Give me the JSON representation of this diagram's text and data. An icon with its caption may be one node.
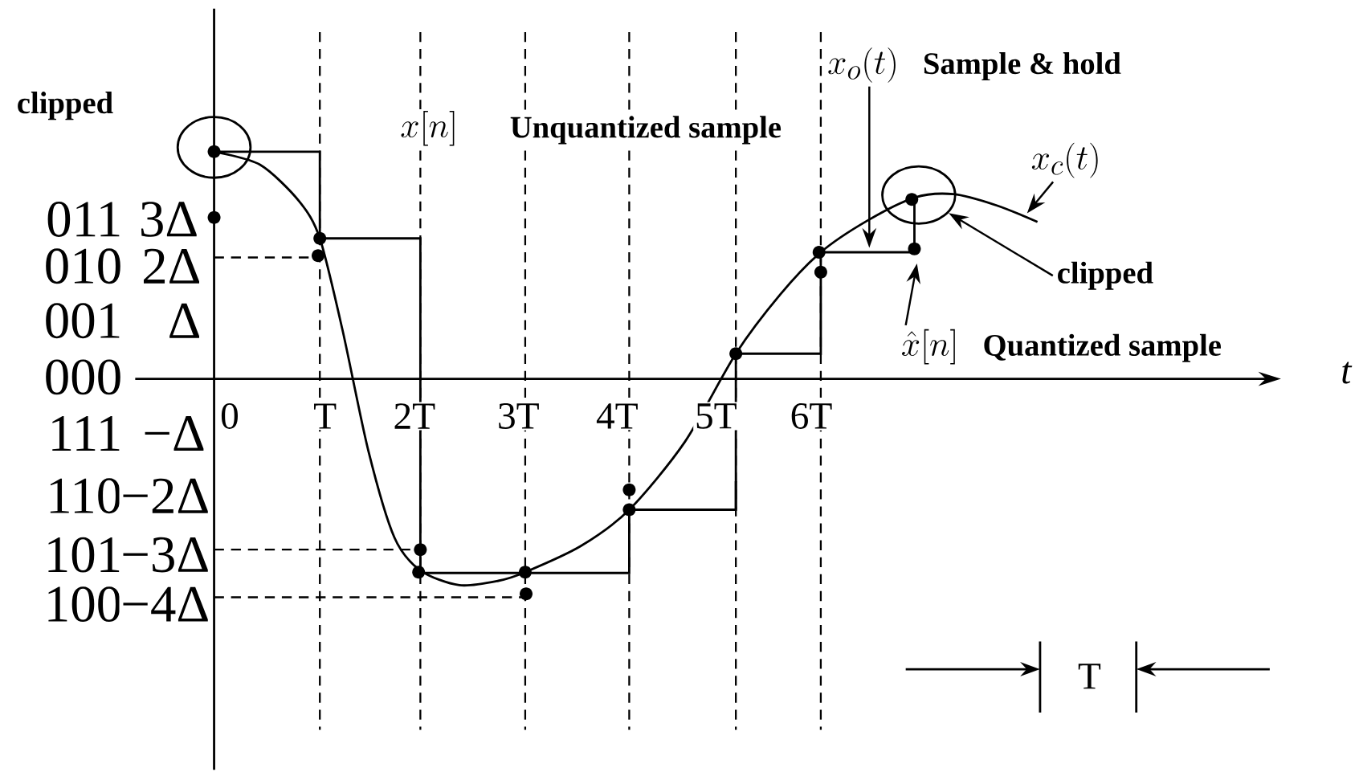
{
  "diagram": {
    "nodes": [
      {
        "text": [],
        "shape": "circle"
      },
      {
        "text": [
          "x_{o}(t)",
          "Sample & hold"
        ]
      },
      {
        "text": [
          "x_{c}(t)"
        ]
      },
      {
        "text": [],
        "shape": "circle"
      },
      {
        "text": [
          "clipped"
        ]
      },
      {
        "text": [
          "\\hat{x}[n]",
          "Quantized sample"
        ]
      }
    ],
    "edges": [
      {
        "from": 1,
        "to": null,
        "arrow": "to"
      },
      {
        "from": 2,
        "to": null,
        "arrow": "to"
      },
      {
        "from": 4,
        "to": 3,
        "arrow": "to"
      },
      {
        "from": 5,
        "to": null,
        "arrow": "to"
      }
    ],
    "labels": [
      "clipped",
      "x[n]",
      "Unquantized sample",
      "011",
      "3Δ",
      "010",
      "2Δ",
      "001",
      "Δ",
      "000",
      "t",
      "0",
      "T",
      "2T",
      "3T",
      "4T",
      "5T",
      "6T",
      "111",
      "−Δ",
      "110",
      "−2Δ",
      "101",
      "−3Δ",
      "100",
      "−4Δ",
      "T"
    ]
  }
}
